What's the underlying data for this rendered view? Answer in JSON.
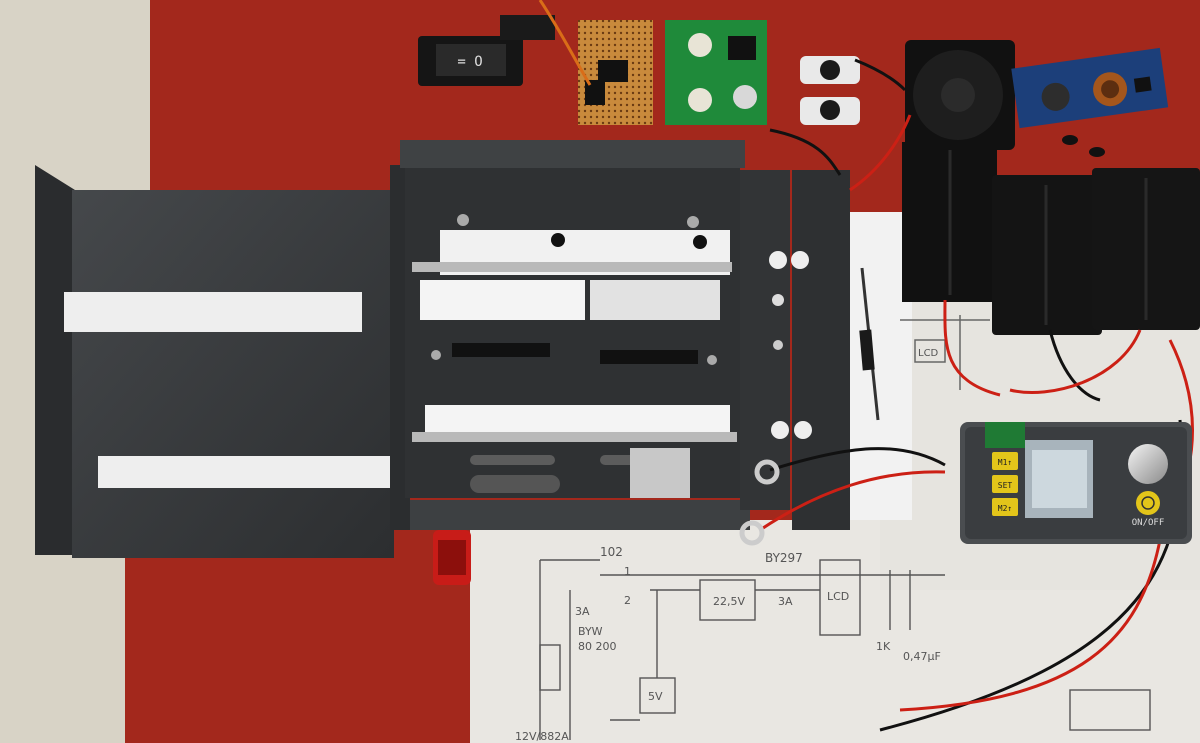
{
  "module": {
    "buttons": {
      "m1": "M1↑",
      "set": "SET",
      "m2": "M2↑"
    },
    "power_label": "ON/OFF"
  },
  "schematic": {
    "label_102": "102",
    "label_1": "1",
    "label_2": "2",
    "diode_name": "BY297",
    "diode_current_a": "3A",
    "zener_current": "3A",
    "zener_name": "BYW",
    "zener_code": "80 200",
    "reg_voltage": "22,5V",
    "diode2_current": "3A",
    "lcd_label": "LCD",
    "resistor_label": "1K",
    "cap_label": "0,47µF",
    "reg5v": "5V",
    "battery_label": "12V/882A"
  },
  "board_sketch": {
    "lcd": "LCD"
  },
  "colors": {
    "tablecloth_red": "#a3281c",
    "metal_gray": "#3b3d3f",
    "paper": "#e9e7e2",
    "pcb_green": "#1f8a3a",
    "pcb_blue": "#1c3f7a"
  }
}
